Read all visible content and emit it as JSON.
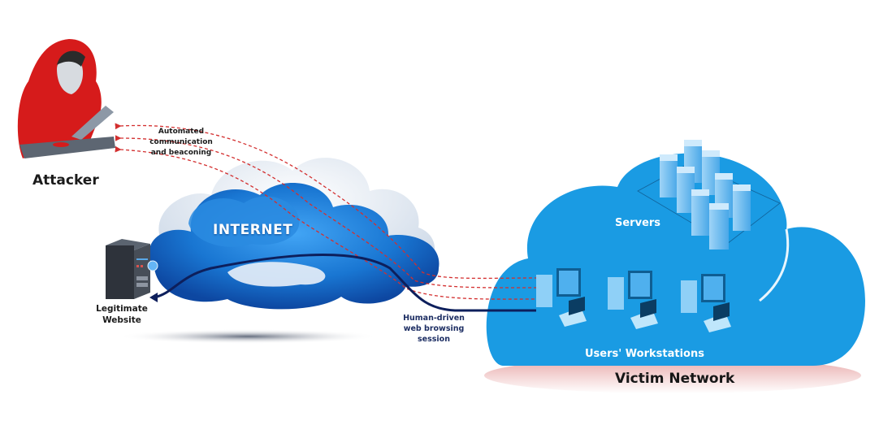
{
  "diagram": {
    "attacker": {
      "label": "Attacker",
      "icon": "hooded-hacker-with-laptop"
    },
    "beacon_label": "Automated communication and beaconing",
    "internet": {
      "label": "INTERNET",
      "icon": "cloud"
    },
    "website": {
      "label": "Legitimate Website",
      "icon": "server-rack-with-globe"
    },
    "human_session_label": "Human-driven web browsing session",
    "victim_network": {
      "label": "Victim Network",
      "servers_label": "Servers",
      "workstations_label": "Users' Workstations",
      "server_count": 8,
      "workstation_count": 3
    },
    "colors": {
      "internet_cloud": "#1565c0",
      "victim_cloud": "#1a9be3",
      "beacon_line": "#d32f2f",
      "human_line": "#0d1f5c",
      "attacker_hood": "#d61b1b",
      "victim_base": "#f2c4c4"
    }
  }
}
